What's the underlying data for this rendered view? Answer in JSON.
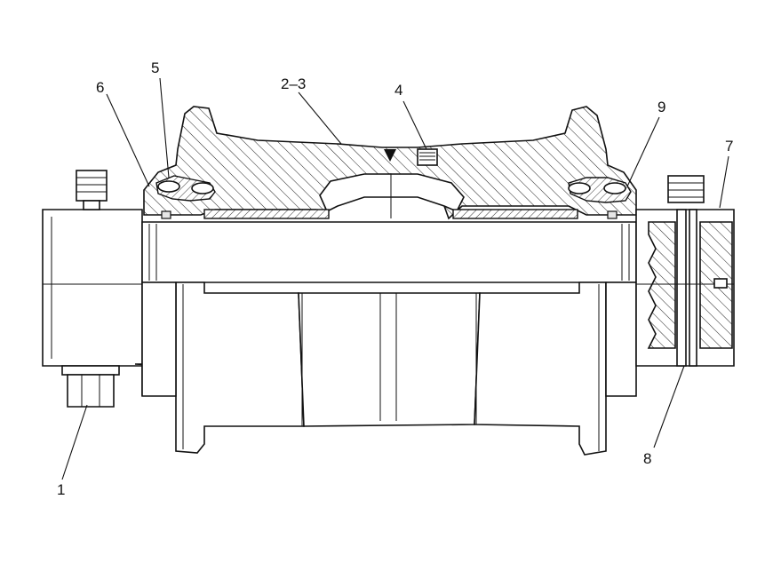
{
  "callouts": {
    "c1": "1",
    "c23": "2–3",
    "c4": "4",
    "c5": "5",
    "c6": "6",
    "c7": "7",
    "c8": "8",
    "c9": "9"
  }
}
